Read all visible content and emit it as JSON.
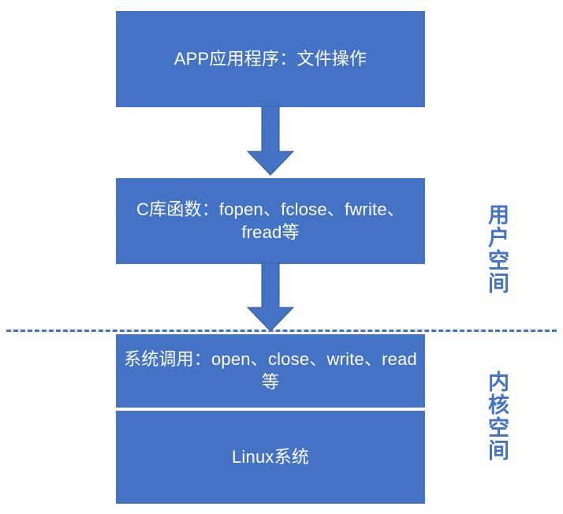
{
  "diagram": {
    "title": "Linux file operation layering diagram",
    "colors": {
      "box_fill": "#4472C4",
      "box_text": "#FFFFFF",
      "side_label": "#4472C4",
      "divider": "#FFFFFF",
      "background": "#FFFFFF"
    },
    "boxes": [
      {
        "id": "app",
        "label": "APP应用程序：文件操作"
      },
      {
        "id": "libc",
        "label": "C库函数：fopen、fclose、fwrite、fread等"
      },
      {
        "id": "syscall",
        "label": "系统调用：open、close、write、read等"
      },
      {
        "id": "linux",
        "label": "Linux系统"
      }
    ],
    "arrows": [
      {
        "id": "app-to-libc",
        "from": "app",
        "to": "libc",
        "direction": "down"
      },
      {
        "id": "libc-to-syscall",
        "from": "libc",
        "to": "syscall",
        "direction": "down"
      }
    ],
    "boundary": {
      "style": "dashed",
      "orientation": "horizontal"
    },
    "side_labels": [
      {
        "id": "user-space",
        "text": "用户空间"
      },
      {
        "id": "kernel-space",
        "text": "内核空间"
      }
    ]
  }
}
